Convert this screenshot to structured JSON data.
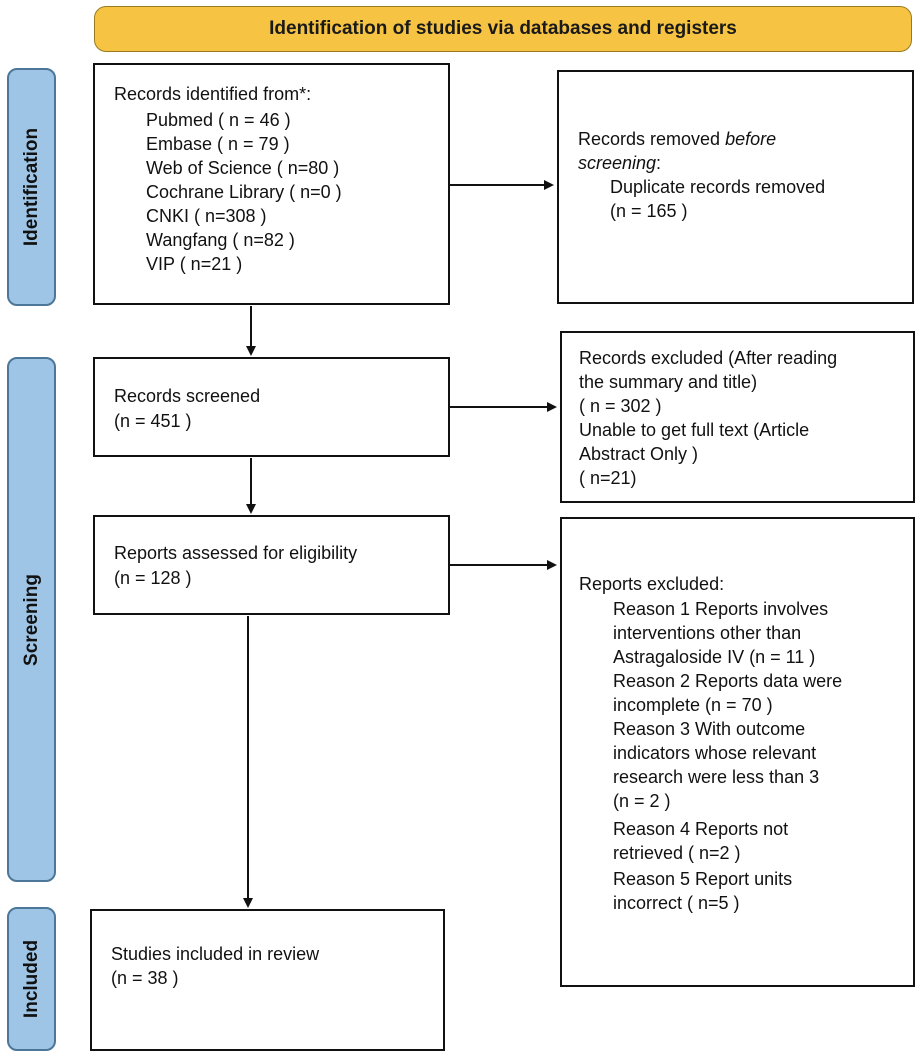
{
  "banner": {
    "title": "Identification of studies via databases and registers"
  },
  "stages": {
    "identification": "Identification",
    "screening": "Screening",
    "included": "Included"
  },
  "identified": {
    "heading": "Records identified from*:",
    "sources": [
      "Pubmed ( n = 46 )",
      "Embase ( n = 79 )",
      "Web of Science ( n=80 )",
      "Cochrane Library ( n=0 )",
      "CNKI ( n=308 )",
      "Wangfang ( n=82 )",
      "VIP ( n=21 )"
    ]
  },
  "removed": {
    "heading_plain": "Records removed ",
    "heading_italic": "before",
    "line2_italic": "screening",
    "line2_rest": ":",
    "detail": "Duplicate records removed",
    "count": "(n = 165 )"
  },
  "screened": {
    "label": "Records screened",
    "count": "(n = 451 )"
  },
  "excluded_screen": {
    "lines": [
      "Records excluded (After reading",
      "the summary and title)",
      "( n = 302 )",
      "Unable to get full text (Article",
      "Abstract Only )",
      "( n=21)"
    ]
  },
  "eligibility": {
    "label": "Reports assessed for eligibility",
    "count": "(n = 128 )"
  },
  "reports_excluded": {
    "heading": "Reports excluded:",
    "lines": [
      "Reason 1  Reports involves",
      "interventions other than",
      "Astragaloside IV (n = 11 )",
      "Reason 2  Reports data were",
      "incomplete (n = 70 )",
      "Reason 3 With outcome",
      "indicators whose relevant",
      "research were less than 3",
      "(n = 2 )",
      "Reason 4 Reports not",
      "retrieved ( n=2 )",
      "Reason 5 Report units",
      "incorrect ( n=5 )"
    ]
  },
  "included": {
    "label": "Studies included in review",
    "count": "(n = 38 )"
  }
}
